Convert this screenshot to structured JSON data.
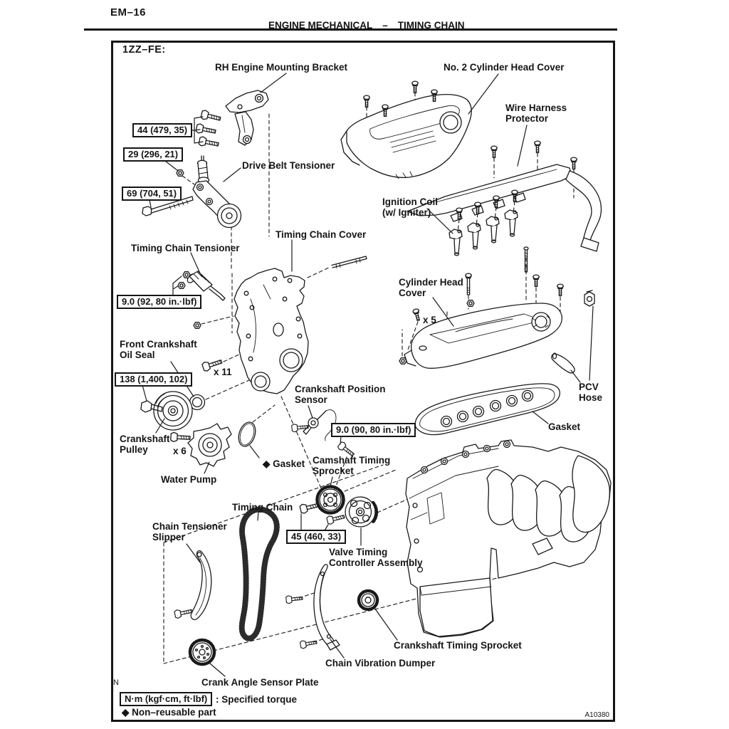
{
  "page": {
    "code": "EM–16",
    "header": {
      "section": "ENGINE MECHANICAL",
      "dash": "–",
      "topic": "TIMING CHAIN"
    },
    "figure_id": "A10380",
    "corner_mark": "N"
  },
  "engine_variant": "1ZZ–FE:",
  "part_labels": {
    "rh_engine_mounting_bracket": "RH Engine Mounting Bracket",
    "no2_cylinder_head_cover": "No. 2 Cylinder Head Cover",
    "wire_harness_protector": "Wire Harness\nProtector",
    "drive_belt_tensioner": "Drive Belt Tensioner",
    "ignition_coil": "Ignition Coil\n(w/ Igniter)",
    "timing_chain_tensioner": "Timing Chain Tensioner",
    "timing_chain_cover": "Timing Chain Cover",
    "cylinder_head_cover": "Cylinder Head\nCover",
    "qty_x5": "x 5",
    "qty_x11": "x 11",
    "front_crankshaft_oil_seal": "Front Crankshaft\nOil Seal",
    "crankshaft_position_sensor": "Crankshaft Position\nSensor",
    "pcv_hose": "PCV\nHose",
    "gasket": "Gasket",
    "crankshaft_pulley": "Crankshaft\nPulley",
    "qty_x6": "x 6",
    "o_ring_gasket": "◆ Gasket",
    "water_pump": "Water Pump",
    "camshaft_timing_sprocket": "Camshaft Timing\nSprocket",
    "timing_chain": "Timing Chain",
    "chain_tensioner_slipper": "Chain Tensioner\nSlipper",
    "valve_timing_controller": "Valve Timing\nController Assembly",
    "crank_angle_sensor_plate": "Crank Angle Sensor Plate",
    "chain_vibration_dumper": "Chain Vibration Dumper",
    "crankshaft_timing_sprocket": "Crankshaft Timing Sprocket"
  },
  "torque_specs": {
    "bracket_bolts": "44 (479, 35)",
    "tensioner_nut": "29 (296, 21)",
    "tensioner_bolt": "69 (704, 51)",
    "chain_tensioner_nuts": "9.0 (92, 80 in.·lbf)",
    "crankshaft_pulley_bolt": "138 (1,400, 102)",
    "position_sensor_bolt": "9.0 (90, 80 in.·lbf)",
    "camshaft_sprocket_bolts": "45 (460, 33)"
  },
  "legend": {
    "torque_unit_box": "N·m (kgf·cm, ft·lbf)",
    "torque_note": ": Specified torque",
    "non_reusable_note": "◆ Non–reusable part"
  },
  "colors": {
    "ink": "#1a1a1a",
    "paper": "#ffffff"
  }
}
